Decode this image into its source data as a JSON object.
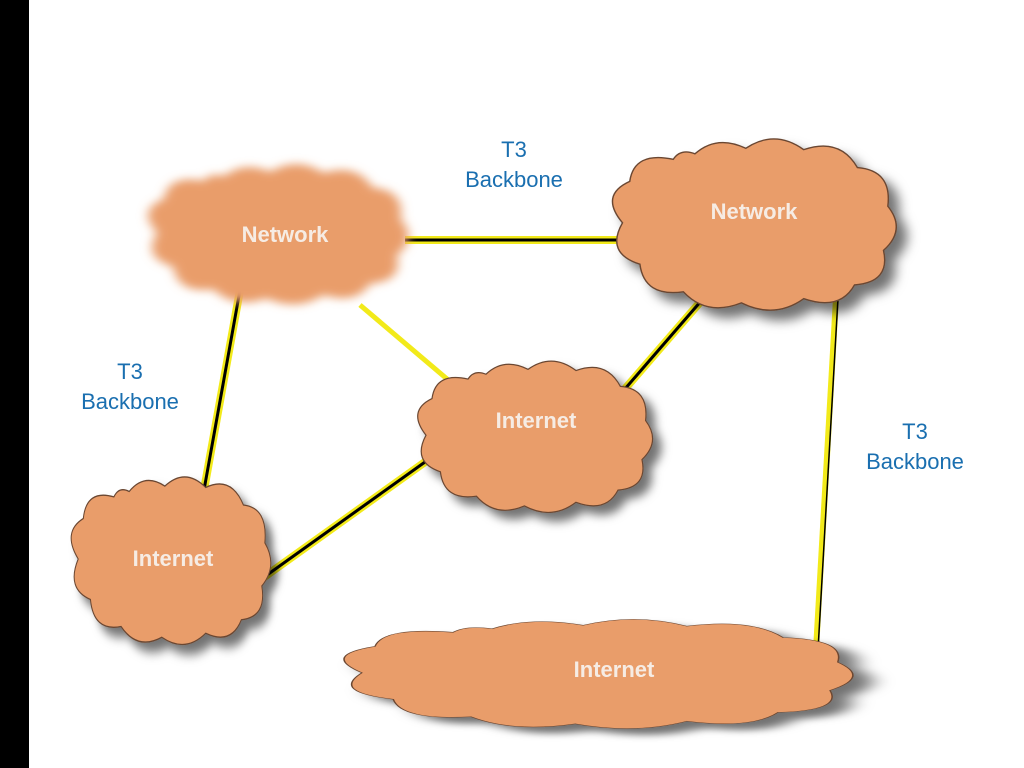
{
  "colors": {
    "cloud_fill": "#e99d6b",
    "cloud_stroke": "#6a4631",
    "cloud_text": "#f6ece4",
    "link_yellow": "#f2ea1a",
    "link_black": "#000000",
    "label_blue": "#1a6fb0",
    "side_bar": "#000000"
  },
  "clouds": {
    "network_left": {
      "label": "Network",
      "blurred": true
    },
    "network_right": {
      "label": "Network",
      "blurred": false
    },
    "internet_center": {
      "label": "Internet",
      "blurred": false
    },
    "internet_left": {
      "label": "Internet",
      "blurred": false
    },
    "internet_bottom": {
      "label": "Internet",
      "blurred": false
    }
  },
  "labels": {
    "top": {
      "line1": "T3",
      "line2": "Backbone"
    },
    "left": {
      "line1": "T3",
      "line2": "Backbone"
    },
    "right": {
      "line1": "T3",
      "line2": "Backbone"
    }
  },
  "links": [
    {
      "from": "network_left",
      "to": "network_right",
      "style": "black-on-yellow"
    },
    {
      "from": "network_left",
      "to": "internet_left",
      "style": "black-on-yellow"
    },
    {
      "from": "network_left",
      "to": "internet_center",
      "style": "yellow"
    },
    {
      "from": "network_right",
      "to": "internet_center",
      "style": "black-on-yellow"
    },
    {
      "from": "network_right",
      "to": "internet_bottom",
      "style": "yellow"
    },
    {
      "from": "internet_left",
      "to": "internet_center",
      "style": "black-on-yellow"
    }
  ]
}
